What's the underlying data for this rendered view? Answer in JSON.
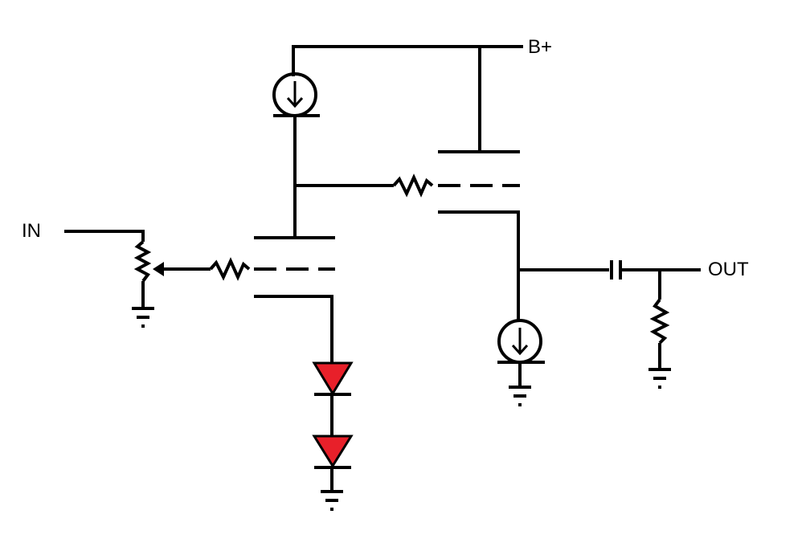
{
  "labels": {
    "input": "IN",
    "output": "OUT",
    "supply": "B+"
  },
  "colors": {
    "wire": "#000000",
    "diode_fill": "#e8202a",
    "background": "#ffffff"
  },
  "components": [
    {
      "name": "input-potentiometer",
      "icon": "potentiometer-icon"
    },
    {
      "name": "grid-stopper-resistor-1",
      "icon": "resistor-icon"
    },
    {
      "name": "grid-stopper-resistor-2",
      "icon": "resistor-icon"
    },
    {
      "name": "triode-1",
      "icon": "triode-icon"
    },
    {
      "name": "triode-2",
      "icon": "triode-icon"
    },
    {
      "name": "current-source-1",
      "icon": "current-source-icon"
    },
    {
      "name": "current-source-2",
      "icon": "current-source-icon"
    },
    {
      "name": "led-bias-diodes",
      "icon": "diode-icon"
    },
    {
      "name": "output-coupling-capacitor",
      "icon": "capacitor-icon"
    },
    {
      "name": "output-load-resistor",
      "icon": "resistor-icon"
    }
  ]
}
